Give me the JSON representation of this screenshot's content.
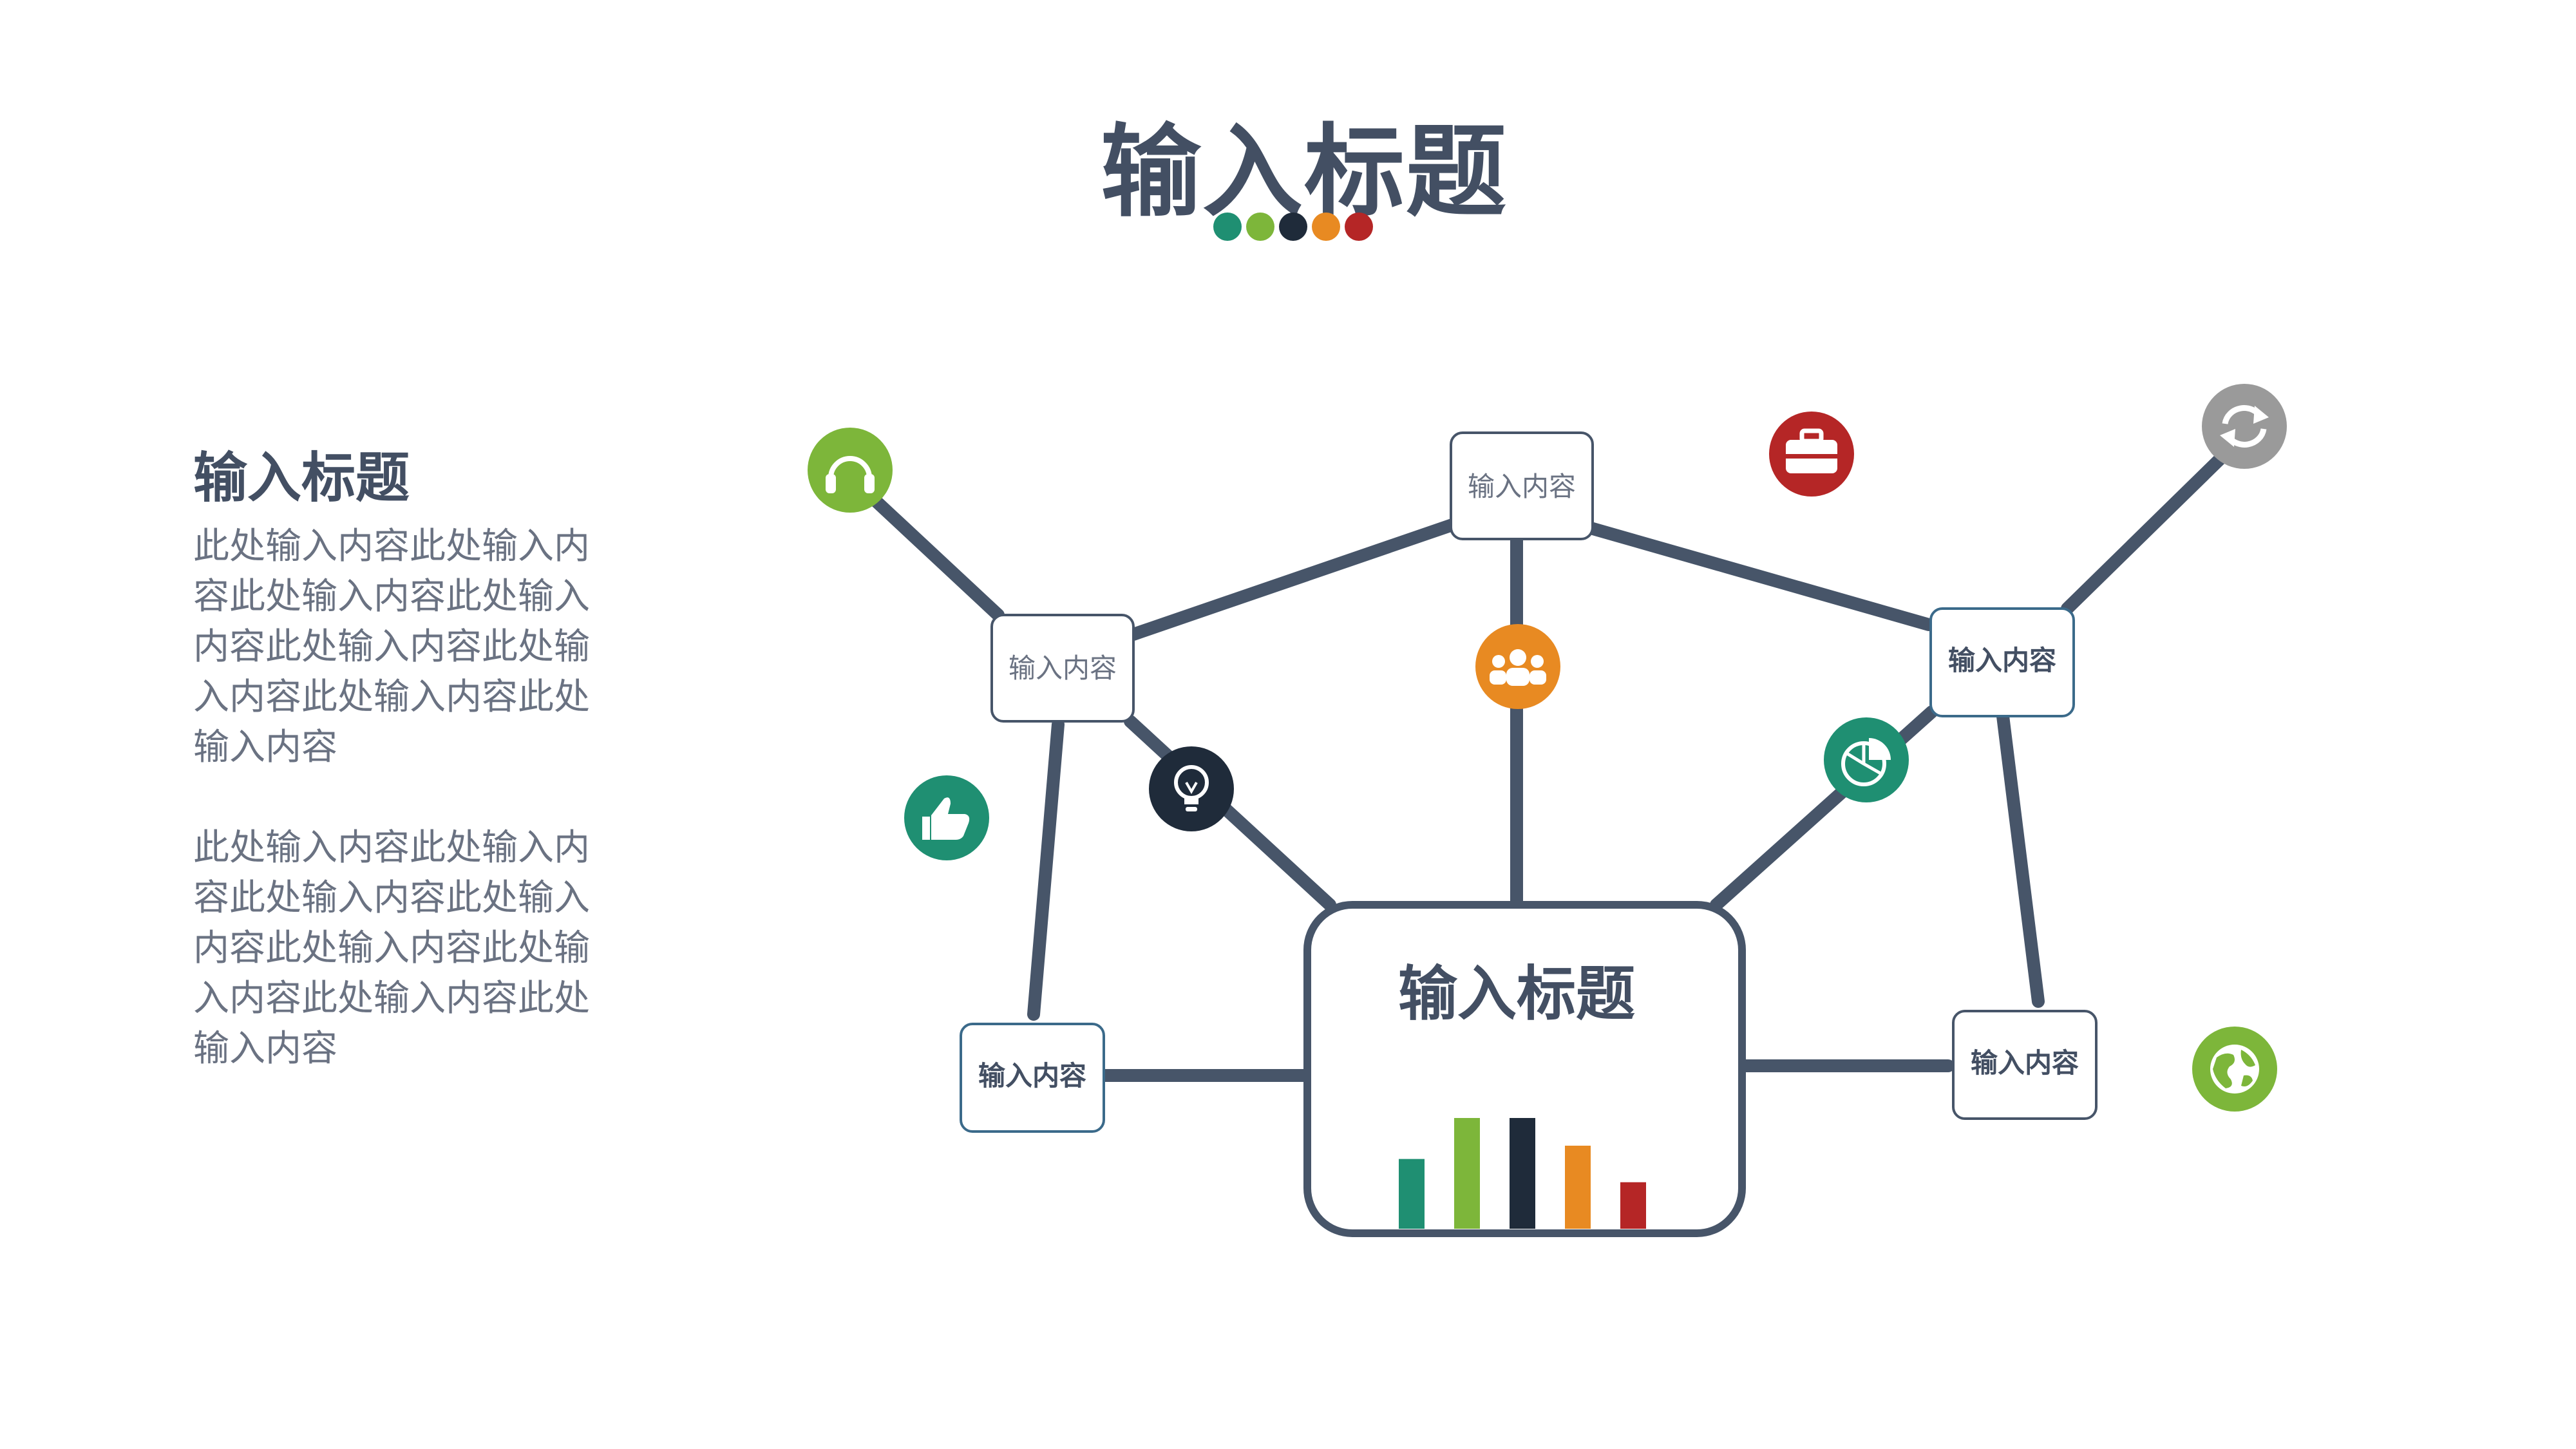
{
  "page": {
    "title": "输入标题",
    "title_color": "#434f63",
    "dot_colors": [
      "#1f8f72",
      "#7db63a",
      "#1f2b3a",
      "#e88a22",
      "#b52626"
    ]
  },
  "side_panel": {
    "title": "输入标题",
    "paragraph_1": "此处输入内容此处输入内容此处输入内容此处输入内容此处输入内容此处输入内容此处输入内容此处输入内容",
    "paragraph_2": "此处输入内容此处输入内容此处输入内容此处输入内容此处输入内容此处输入内容此处输入内容此处输入内容"
  },
  "diagram": {
    "line_color": "#475569",
    "center": {
      "title": "输入标题",
      "bars": [
        {
          "value": 0.63,
          "color": "#1f8f72"
        },
        {
          "value": 1.0,
          "color": "#7db63a"
        },
        {
          "value": 1.0,
          "color": "#1f2b3a"
        },
        {
          "value": 0.75,
          "color": "#e88a22"
        },
        {
          "value": 0.42,
          "color": "#b52626"
        }
      ]
    },
    "nodes": [
      {
        "id": "top",
        "label": "输入内容"
      },
      {
        "id": "left-upper",
        "label": "输入内容"
      },
      {
        "id": "right-upper",
        "label": "输入内容"
      },
      {
        "id": "left-lower",
        "label": "输入内容"
      },
      {
        "id": "right-lower",
        "label": "输入内容"
      }
    ],
    "icons": [
      {
        "name": "headphones-icon",
        "color": "#7db63a"
      },
      {
        "name": "briefcase-icon",
        "color": "#b52626"
      },
      {
        "name": "refresh-icon",
        "color": "#9a9a9a"
      },
      {
        "name": "team-icon",
        "color": "#e88a22"
      },
      {
        "name": "lightbulb-icon",
        "color": "#1f2b3a"
      },
      {
        "name": "thumbs-up-icon",
        "color": "#1f8f72"
      },
      {
        "name": "pie-chart-icon",
        "color": "#1f8f72"
      },
      {
        "name": "globe-icon",
        "color": "#7db63a"
      }
    ]
  }
}
